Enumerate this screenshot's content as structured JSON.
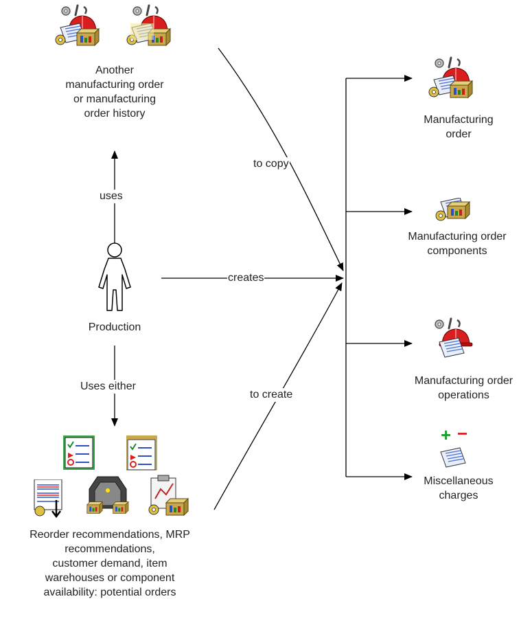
{
  "nodes": {
    "another_order": [
      "Another",
      "manufacturing order",
      "or manufacturing",
      "order history"
    ],
    "production": "Production",
    "mfg_order": [
      "Manufacturing",
      "order"
    ],
    "mfg_components": [
      "Manufacturing order",
      "components"
    ],
    "mfg_operations": [
      "Manufacturing order",
      "operations"
    ],
    "misc_charges": [
      "Miscellaneous",
      "charges"
    ],
    "potential_orders": [
      "Reorder recommendations, MRP",
      "recommendations,",
      "customer demand, item",
      "warehouses or component",
      "availability: potential orders"
    ]
  },
  "edges": {
    "uses": "uses",
    "uses_either": "Uses either",
    "creates": "creates",
    "to_copy": "to copy",
    "to_create": "to create"
  },
  "icons": {
    "plus_sign": "+",
    "minus_sign": "−"
  },
  "colors": {
    "line": "#000000",
    "helmet_red": "#d81e1e",
    "box_tan": "#c8a84a",
    "paper_blue": "#9fb3e6",
    "list_green": "#3aa84a",
    "plus_green": "#1e9e2e",
    "minus_red": "#e02020"
  }
}
